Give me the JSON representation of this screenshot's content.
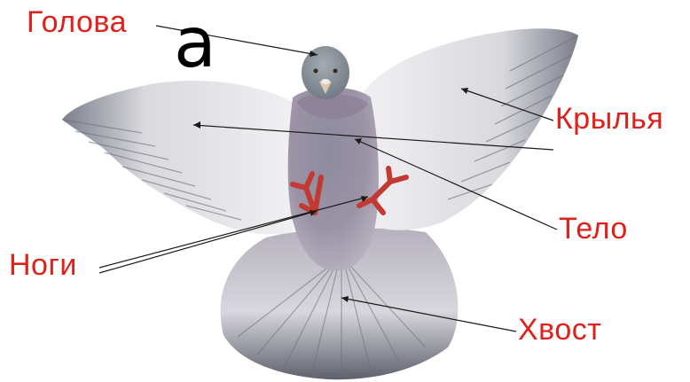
{
  "figure": {
    "marker": "а",
    "colors": {
      "label": "#e0201b",
      "pointer": "#1a1a1a",
      "wing_light": "#e6e6ea",
      "wing_dark": "#8d8f9a",
      "body": "#9a93a2",
      "head": "#8c939c",
      "legs": "#c23a32"
    }
  },
  "labels": {
    "head": "Голова",
    "wings": "Крылья",
    "body": "Тело",
    "legs": "Ноги",
    "tail": "Хвост"
  }
}
